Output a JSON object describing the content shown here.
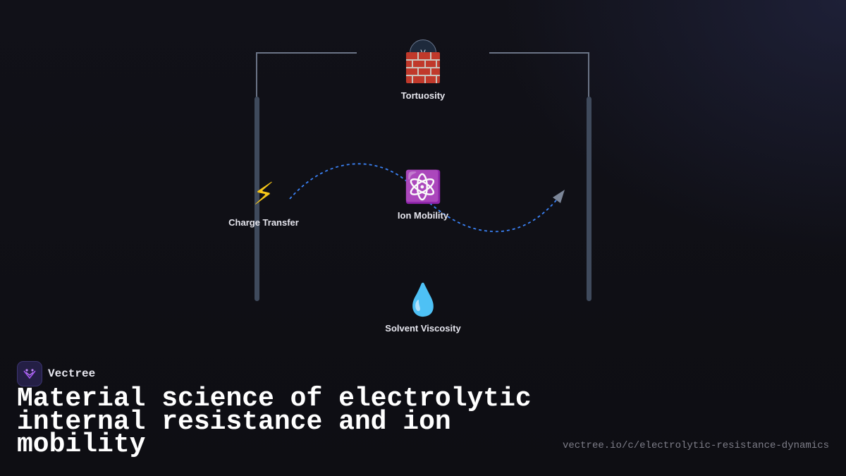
{
  "diagram": {
    "voltmeter_label": "V",
    "nodes": {
      "tortuosity": {
        "label": "Tortuosity",
        "icon": "brick-icon"
      },
      "charge_transfer": {
        "label": "Charge Transfer",
        "icon": "lightning-icon",
        "emoji": "⚡"
      },
      "ion_mobility": {
        "label": "Ion Mobility",
        "icon": "atom-icon",
        "emoji": "⚛️"
      },
      "solvent_viscosity": {
        "label": "Solvent Viscosity",
        "icon": "droplet-icon",
        "emoji": "💧"
      }
    },
    "colors": {
      "wire": "#6b7486",
      "electrode": "#3f4a5c",
      "flow_path": "#3b82f6",
      "arrowhead": "#7c8698"
    }
  },
  "brand": {
    "name": "Vectree",
    "logo_icon": "vectree-logo-icon",
    "accent": "#7c3aed"
  },
  "title": "Material science of electrolytic internal resistance and ion mobility",
  "url": "vectree.io/c/electrolytic-resistance-dynamics"
}
